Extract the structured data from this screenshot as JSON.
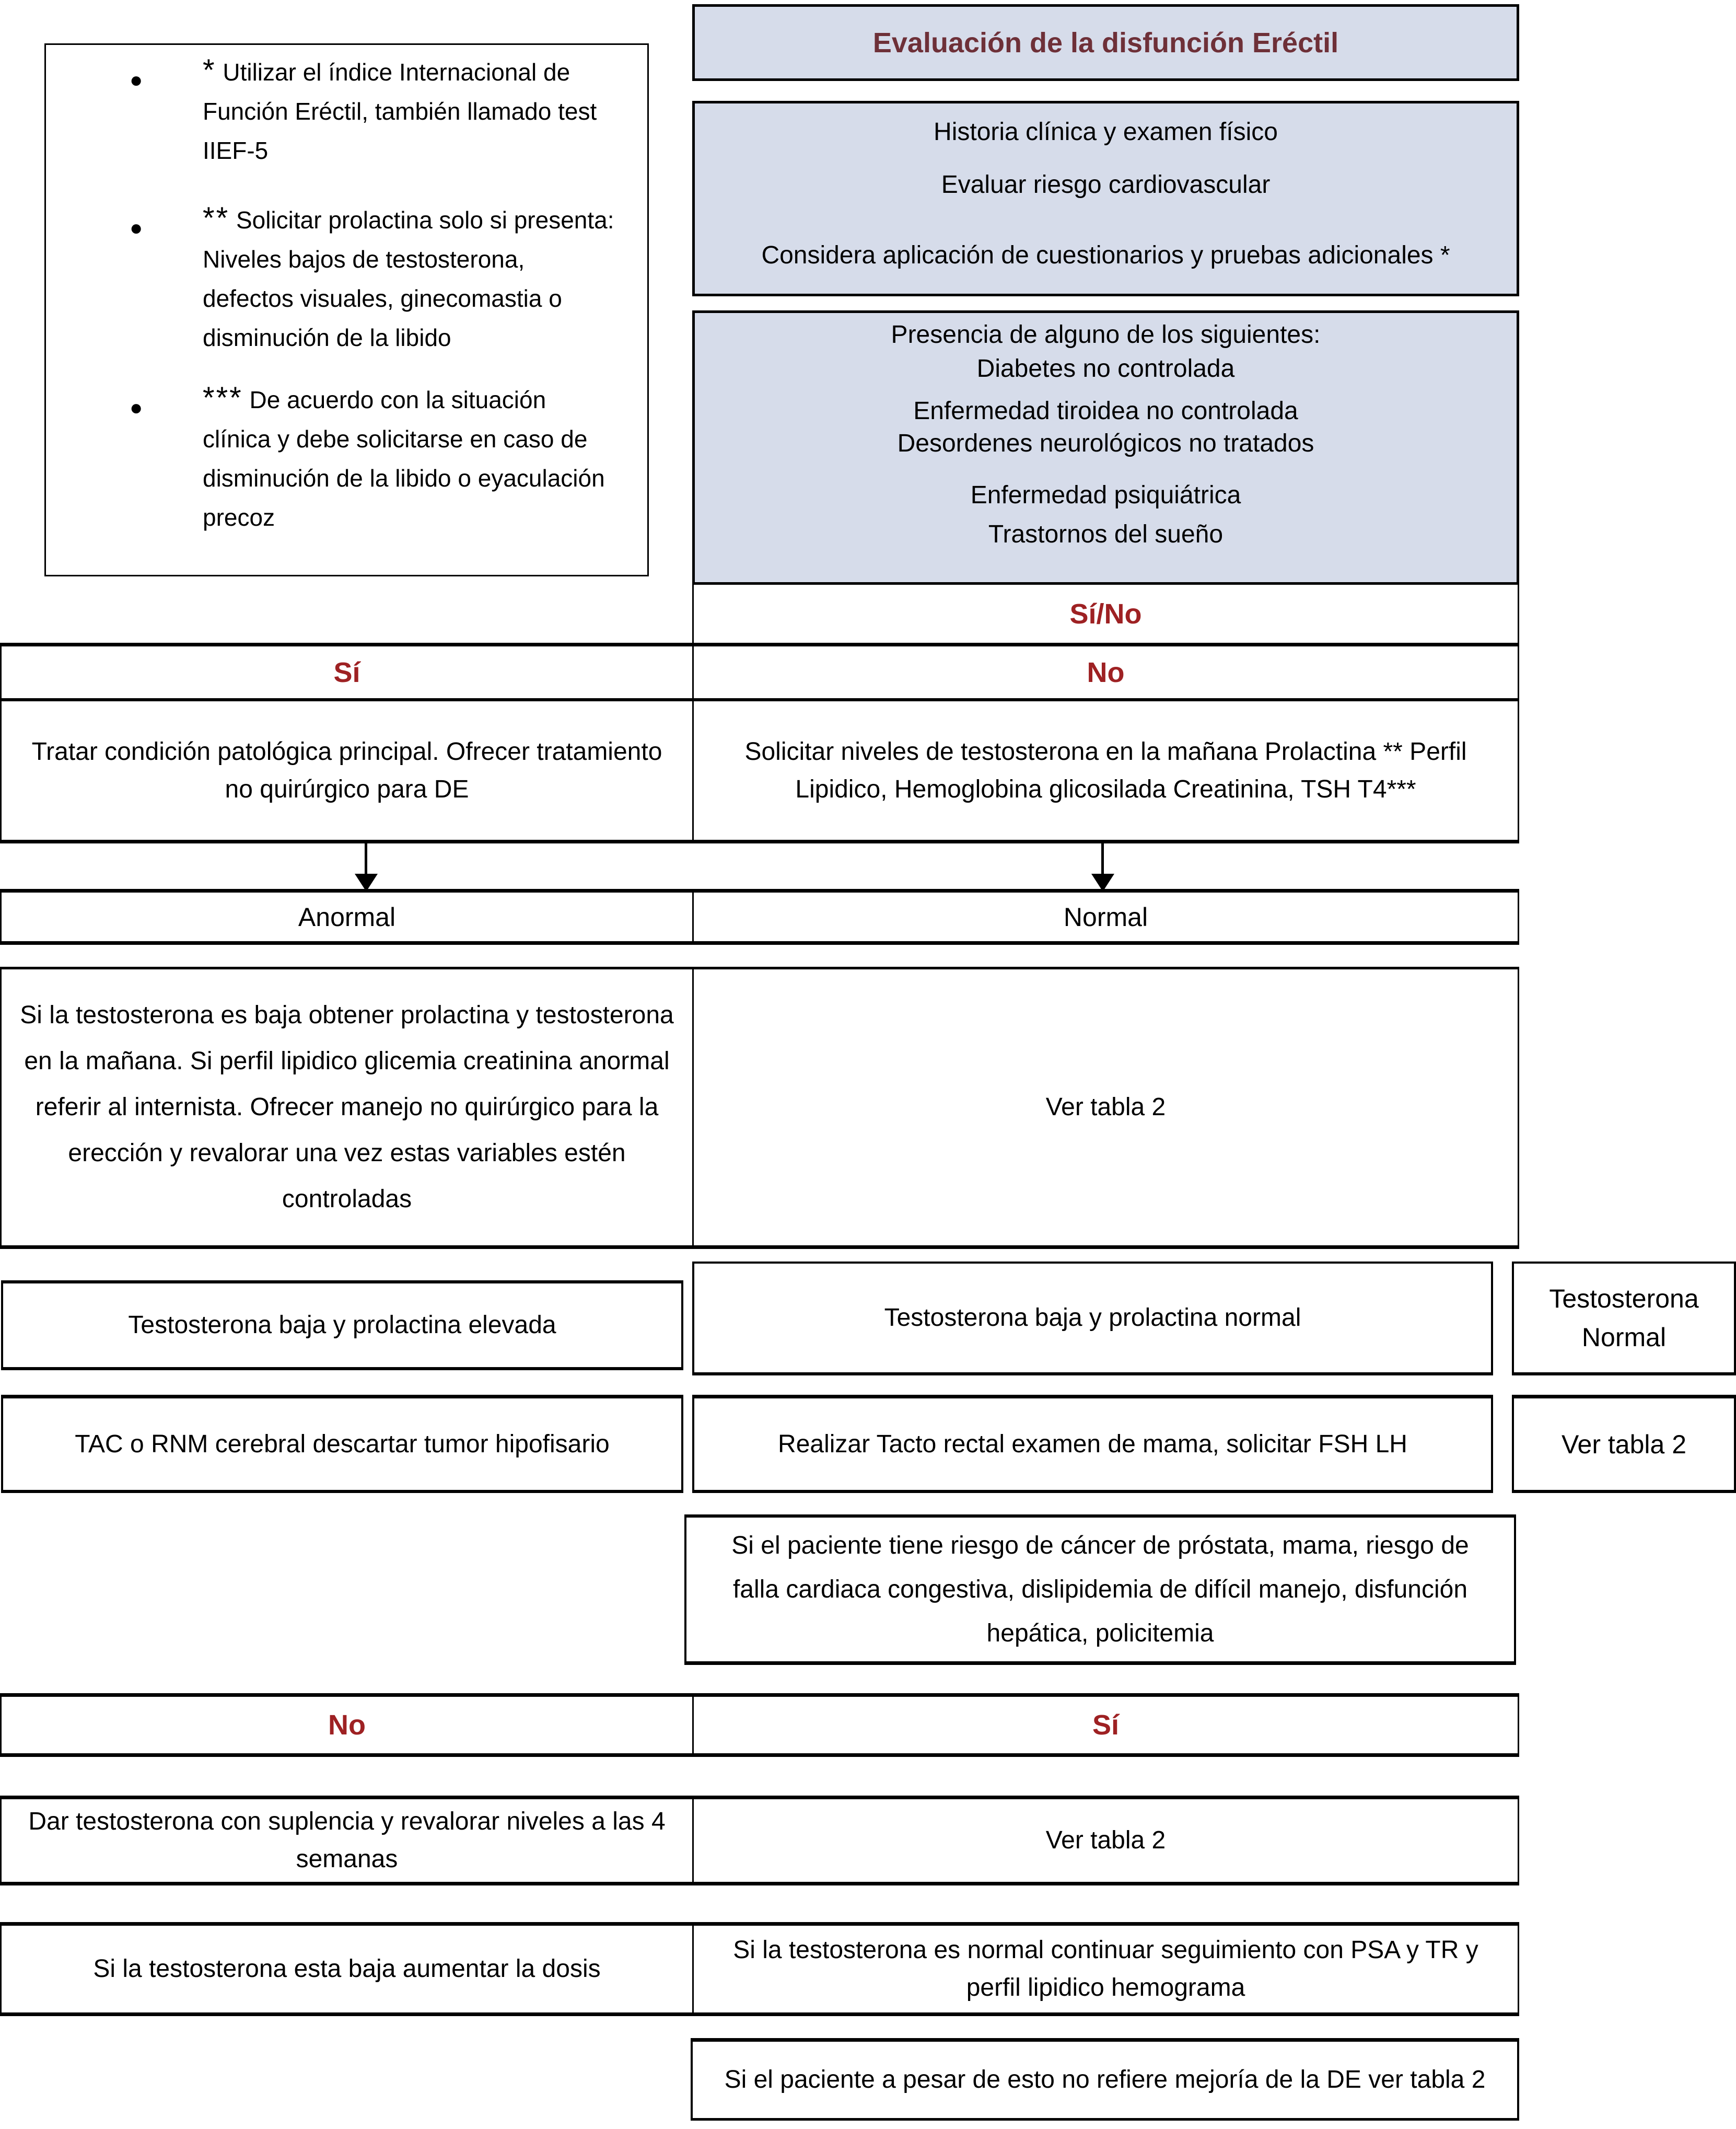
{
  "colors": {
    "box_blue": "#d6dcea",
    "title_maroon": "#6e3038",
    "label_red": "#9e2123",
    "border_black": "#000000"
  },
  "notes": {
    "items": [
      {
        "marker": "*",
        "text": "Utilizar el índice Internacional de Función Eréctil, también llamado test IIEF-5"
      },
      {
        "marker": "**",
        "text": "Solicitar prolactina solo si presenta: Niveles bajos de testosterona, defectos visuales, ginecomastia o disminución de la libido"
      },
      {
        "marker": "***",
        "text": "De acuerdo con la situación clínica y debe solicitarse en caso de disminución de la libido o eyaculación precoz"
      }
    ]
  },
  "header": {
    "title": "Evaluación de la disfunción Eréctil"
  },
  "initial_eval": {
    "lines": [
      "Historia clínica y examen físico",
      "Evaluar riesgo cardiovascular",
      "Considera aplicación de cuestionarios y pruebas adicionales *"
    ]
  },
  "presence": {
    "lines": [
      "Presencia de alguno de los siguientes:",
      "Diabetes no controlada",
      "Enfermedad tiroidea no controlada",
      "Desordenes neurológicos no tratados",
      "Enfermedad psiquiátrica",
      "Trastornos del sueño"
    ]
  },
  "decision1": {
    "combined": "Sí/No",
    "yes": "Sí",
    "no": "No",
    "yes_action": "Tratar condición patológica principal. Ofrecer tratamiento no quirúrgico para DE",
    "no_action": "Solicitar niveles de testosterona en la mañana  Prolactina ** Perfil Lipidico, Hemoglobina glicosilada Creatinina, TSH T4***"
  },
  "results": {
    "abnormal": "Anormal",
    "normal": "Normal",
    "abnormal_action": "Si la testosterona es baja obtener prolactina y testosterona en la mañana. Si perfil lipidico glicemia creatinina anormal referir al internista. Ofrecer manejo no quirúrgico para la erección y revalorar una vez estas variables estén controladas",
    "normal_action": "Ver tabla 2"
  },
  "testosterone_row": {
    "low_prolactin_high": "Testosterona baja y prolactina elevada",
    "low_prolactin_normal": "Testosterona baja y prolactina normal",
    "normal": "Testosterona Normal"
  },
  "followup_row": {
    "left": "TAC o RNM cerebral descartar tumor hipofisario",
    "middle": "Realizar Tacto rectal examen de mama, solicitar FSH LH",
    "right": "Ver tabla 2"
  },
  "risk": {
    "text": "Si el paciente tiene riesgo de cáncer de próstata, mama, riesgo de falla cardiaca congestiva, dislipidemia de difícil manejo, disfunción hepática, policitemia"
  },
  "decision2": {
    "no": "No",
    "yes": "Sí",
    "no_action": "Dar testosterona con suplencia y revalorar niveles a las 4 semanas",
    "yes_action": "Ver tabla 2"
  },
  "final_row": {
    "low": "Si la testosterona esta baja aumentar la dosis",
    "normal": "Si la testosterona es normal continuar seguimiento con PSA y TR y perfil lipidico hemograma"
  },
  "final_note": "Si el paciente a pesar de esto no refiere mejoría de la DE ver tabla 2"
}
